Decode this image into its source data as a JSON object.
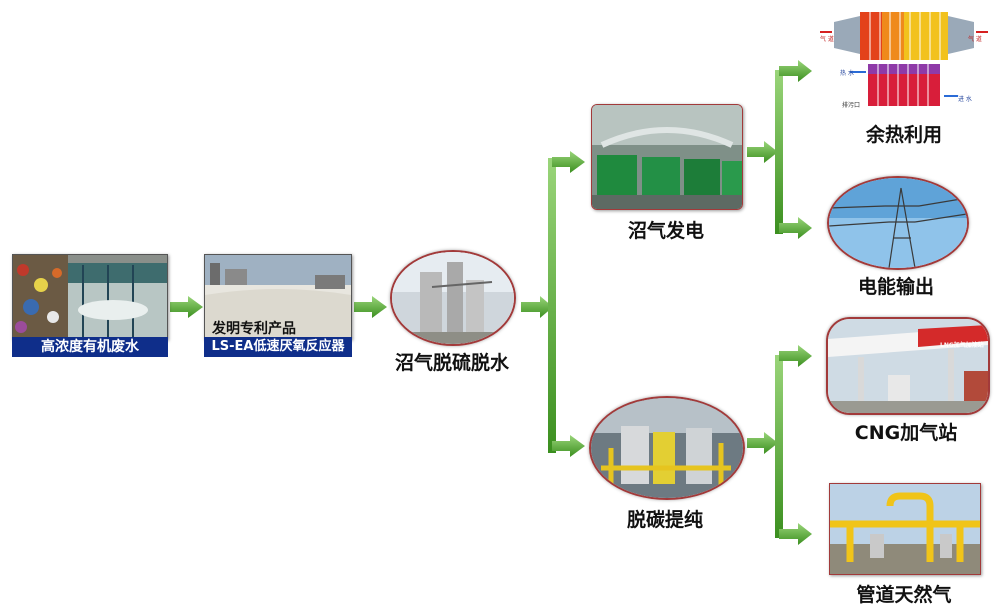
{
  "nodes": {
    "wastewater": {
      "label": "高浓度有机废水"
    },
    "reactor": {
      "title": "发明专利产品",
      "subtitle": "LS-EA低速厌氧反应器"
    },
    "desulfurization": {
      "label": "沼气脱硫脱水"
    },
    "power": {
      "label": "沼气发电"
    },
    "decarbonization": {
      "label": "脱碳提纯"
    },
    "heat": {
      "label": "余热利用"
    },
    "electricity": {
      "label": "电能输出"
    },
    "cng": {
      "label": "CNG加气站"
    },
    "pipeline": {
      "label": "管道天然气"
    }
  },
  "heat_exchanger": {
    "top_left": "气 道",
    "top_right": "气 道",
    "mid_left": "热 水",
    "bottom_left": "排污口",
    "bottom_right": "进 水"
  },
  "station_sign": "LNG加气加油站",
  "colors": {
    "arrow_green": "#4caa2a",
    "oval_border": "#a23a3a",
    "caption_bar": "#0f2e8a"
  }
}
